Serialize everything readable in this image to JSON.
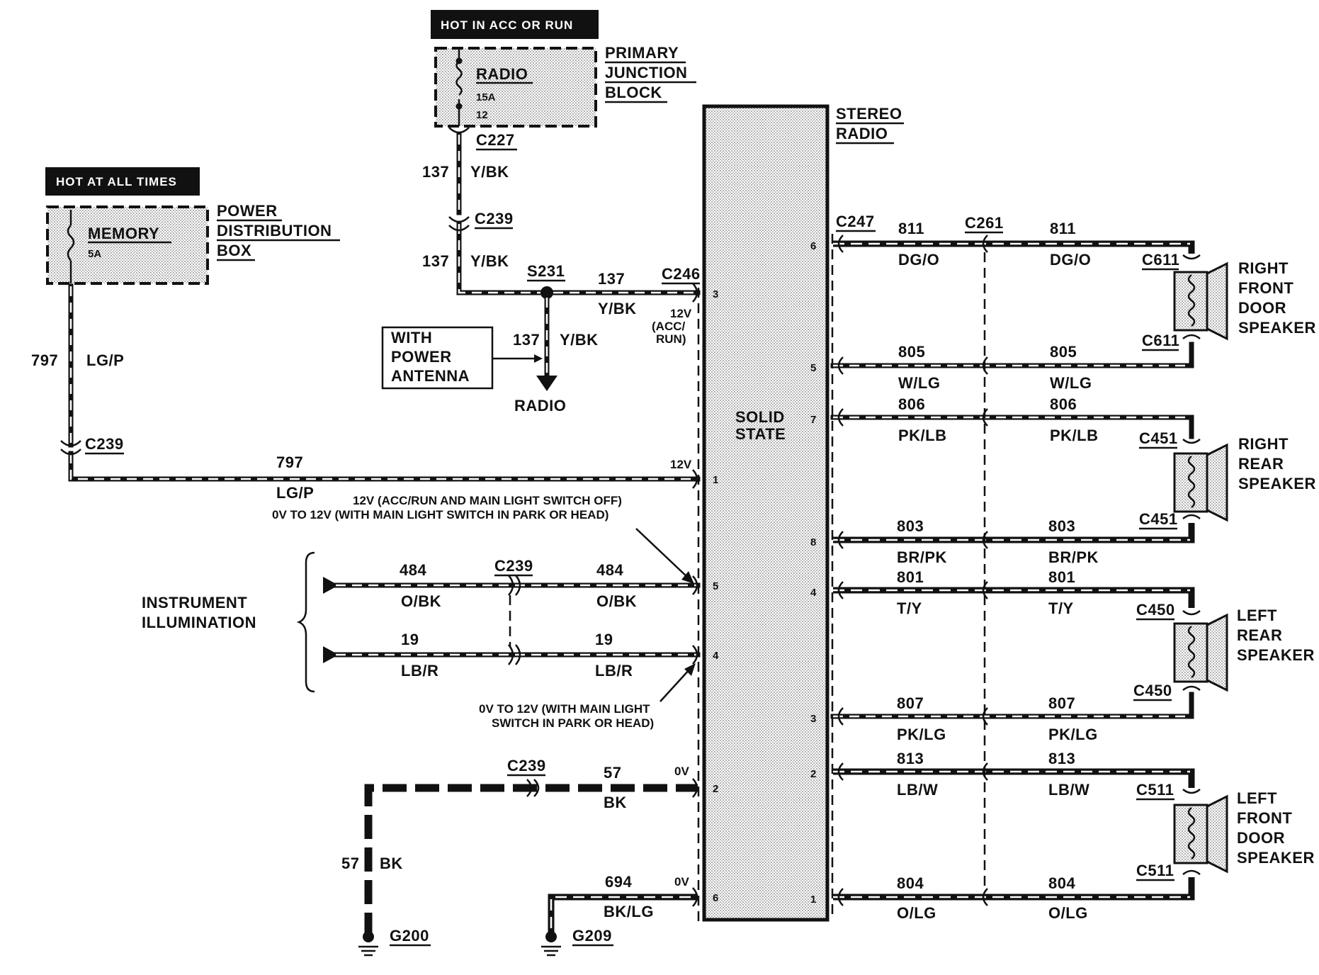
{
  "headers": {
    "hot_acc_run": "HOT IN ACC OR RUN",
    "hot_all_times": "HOT AT ALL TIMES"
  },
  "components": {
    "primary_junction_block": [
      "PRIMARY",
      "JUNCTION",
      "BLOCK"
    ],
    "radio_fuse": {
      "name": "RADIO",
      "rating": "15A",
      "cavity": "12"
    },
    "power_distribution_box": [
      "POWER",
      "DISTRIBUTION",
      "BOX"
    ],
    "memory_fuse": {
      "name": "MEMORY",
      "rating": "5A"
    },
    "stereo_radio": [
      "STEREO",
      "RADIO"
    ],
    "solid_state": [
      "SOLID",
      "STATE"
    ],
    "power_antenna_note": [
      "WITH",
      "POWER",
      "ANTENNA"
    ],
    "antenna_dest": "RADIO",
    "instrument_illumination": [
      "INSTRUMENT",
      "ILLUMINATION"
    ],
    "speakers": {
      "right_front": [
        "RIGHT",
        "FRONT",
        "DOOR",
        "SPEAKER"
      ],
      "right_rear": [
        "RIGHT",
        "REAR",
        "SPEAKER"
      ],
      "left_rear": [
        "LEFT",
        "REAR",
        "SPEAKER"
      ],
      "left_front": [
        "LEFT",
        "FRONT",
        "DOOR",
        "SPEAKER"
      ]
    }
  },
  "connectors": {
    "c227": "C227",
    "c239": "C239",
    "c246": "C246",
    "c247": "C247",
    "c261": "C261",
    "c611": "C611",
    "c451": "C451",
    "c450": "C450",
    "c511": "C511",
    "s231": "S231",
    "g200": "G200",
    "g209": "G209"
  },
  "wires": {
    "w137": {
      "circuit": "137",
      "color": "Y/BK"
    },
    "w797": {
      "circuit": "797",
      "color": "LG/P"
    },
    "w484": {
      "circuit": "484",
      "color": "O/BK"
    },
    "w19": {
      "circuit": "19",
      "color": "LB/R"
    },
    "w57": {
      "circuit": "57",
      "color": "BK"
    },
    "w694": {
      "circuit": "694",
      "color": "BK/LG"
    },
    "w811": {
      "circuit": "811",
      "color": "DG/O"
    },
    "w805": {
      "circuit": "805",
      "color": "W/LG"
    },
    "w806": {
      "circuit": "806",
      "color": "PK/LB"
    },
    "w803": {
      "circuit": "803",
      "color": "BR/PK"
    },
    "w801": {
      "circuit": "801",
      "color": "T/Y"
    },
    "w807": {
      "circuit": "807",
      "color": "PK/LG"
    },
    "w813": {
      "circuit": "813",
      "color": "LB/W"
    },
    "w804": {
      "circuit": "804",
      "color": "O/LG"
    }
  },
  "voltages": {
    "v12": "12V",
    "acc_run": [
      "(ACC/",
      "RUN)"
    ],
    "v0": "0V",
    "note_pin5": [
      "12V (ACC/RUN AND MAIN LIGHT SWITCH OFF)",
      "0V TO 12V (WITH MAIN LIGHT SWITCH IN PARK OR HEAD)"
    ],
    "note_pin4": [
      "0V TO 12V (WITH MAIN LIGHT",
      "SWITCH IN PARK OR HEAD)"
    ]
  },
  "pins": {
    "left": {
      "p3": "3",
      "p1": "1",
      "p5": "5",
      "p4": "4",
      "p2": "2",
      "p6": "6"
    },
    "right": {
      "p6": "6",
      "p5": "5",
      "p7": "7",
      "p8": "8",
      "p4": "4",
      "p3": "3",
      "p2": "2",
      "p1": "1"
    }
  }
}
